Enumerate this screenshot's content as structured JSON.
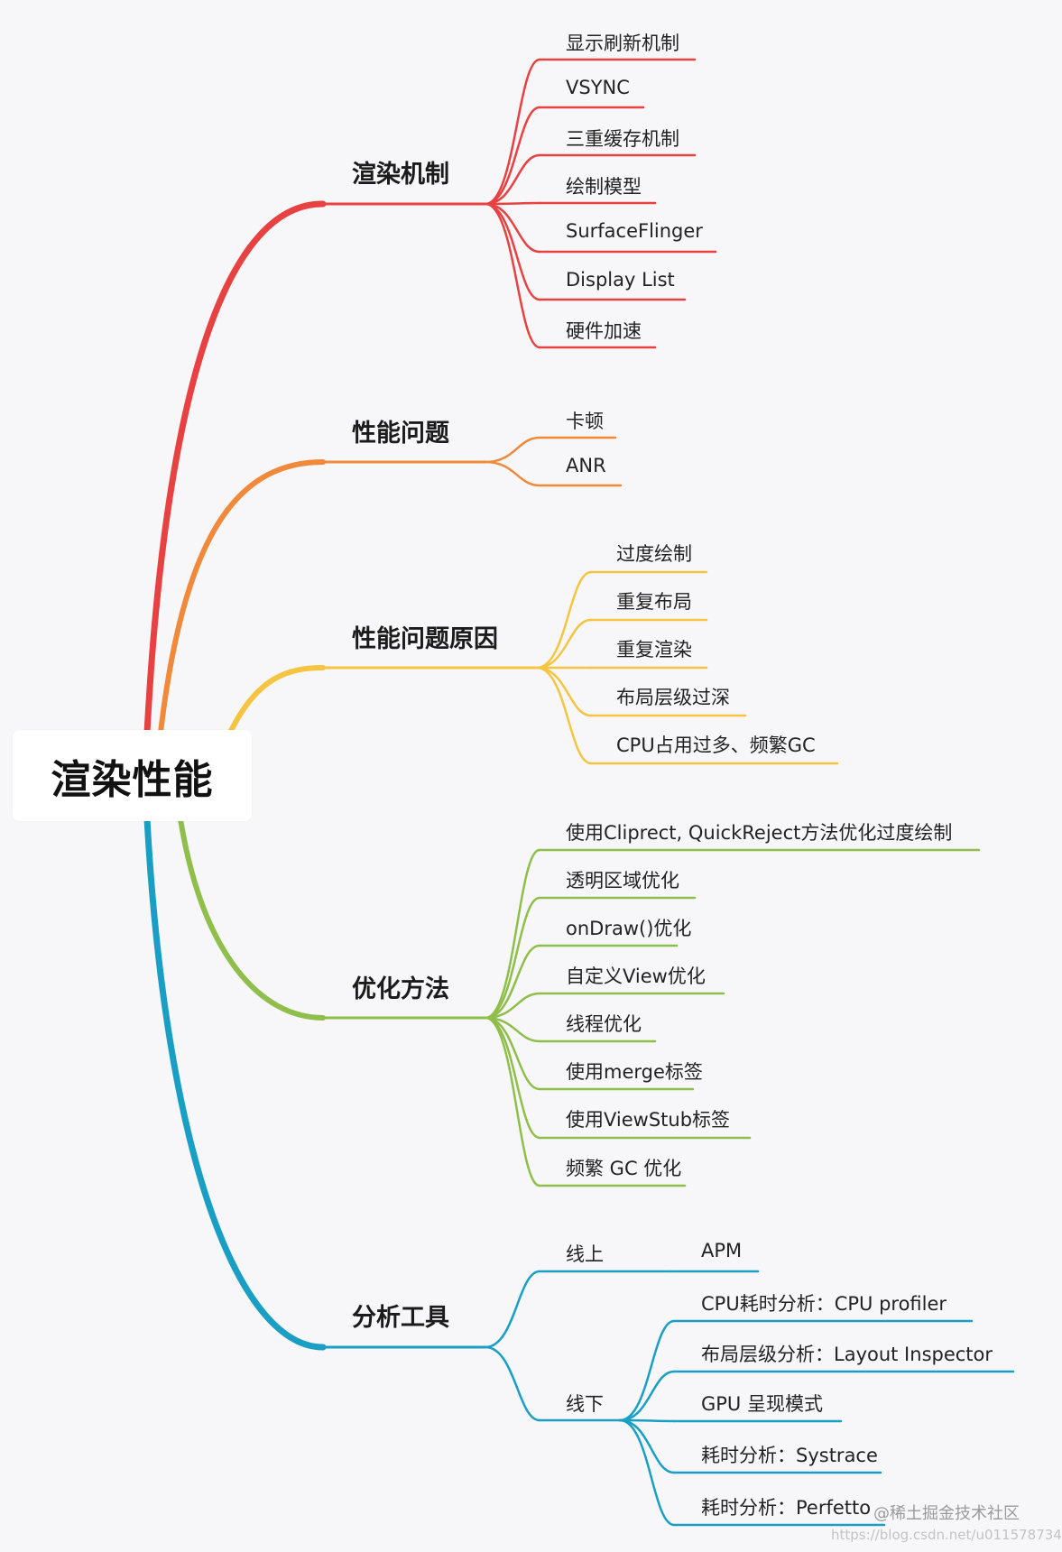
{
  "root": {
    "label": "渲染性能"
  },
  "colors": {
    "branch1": "#e84141",
    "branch2": "#f08a3a",
    "branch3": "#f5c440",
    "branch4": "#8fbf4a",
    "branch5": "#1a9fc4"
  },
  "branches": [
    {
      "label": "渲染机制",
      "items": [
        "显示刷新机制",
        "VSYNC",
        "三重缓存机制",
        "绘制模型",
        "SurfaceFlinger",
        "Display List",
        "硬件加速"
      ]
    },
    {
      "label": "性能问题",
      "items": [
        "卡顿",
        "ANR"
      ]
    },
    {
      "label": "性能问题原因",
      "items": [
        "过度绘制",
        "重复布局",
        "重复渲染",
        "布局层级过深",
        "CPU占用过多、频繁GC"
      ]
    },
    {
      "label": "优化方法",
      "items": [
        "使用Cliprect, QuickReject方法优化过度绘制",
        "透明区域优化",
        "onDraw()优化",
        "自定义View优化",
        "线程优化",
        "使用merge标签",
        "使用ViewStub标签",
        "频繁 GC 优化"
      ]
    },
    {
      "label": "分析工具",
      "items": [
        {
          "label": "线上",
          "items": [
            "APM"
          ]
        },
        {
          "label": "线下",
          "items": [
            "CPU耗时分析：CPU profiler",
            "布局层级分析：Layout Inspector",
            "GPU 呈现模式",
            "耗时分析：Systrace",
            "耗时分析：Perfetto"
          ]
        }
      ]
    }
  ],
  "watermark": {
    "line1": "@稀土掘金技术社区",
    "line2": "https://blog.csdn.net/u011578734"
  }
}
